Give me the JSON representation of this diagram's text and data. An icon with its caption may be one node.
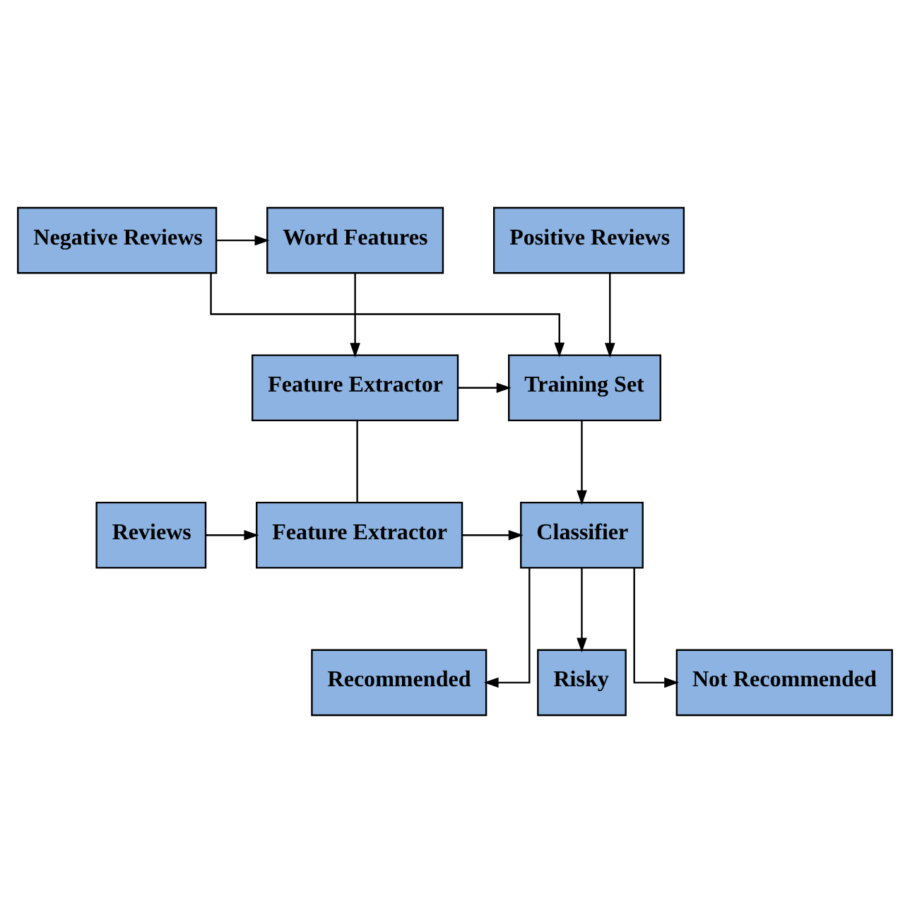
{
  "diagram": {
    "nodes": [
      {
        "text": [
          "Positive Reviews"
        ]
      },
      {
        "text": [
          "Negative Reviews"
        ]
      },
      {
        "text": [
          "Word Features"
        ]
      },
      {
        "text": [
          "Training Set"
        ]
      },
      {
        "text": [
          "Feature Extractor"
        ]
      },
      {
        "text": [
          "Classifier"
        ]
      },
      {
        "text": [
          "Feature Extractor"
        ]
      },
      {
        "text": [
          "Reviews"
        ]
      },
      {
        "text": [
          "Recommended"
        ]
      },
      {
        "text": [
          "Risky"
        ]
      },
      {
        "text": [
          "Not Recommended"
        ]
      }
    ],
    "edges": [
      {
        "from": 0,
        "to": 3,
        "arrow": "to"
      },
      {
        "from": 1,
        "to": 3,
        "arrow": "to"
      },
      {
        "from": 1,
        "to": 2,
        "arrow": "to"
      },
      {
        "from": 2,
        "to": 4,
        "arrow": "to"
      },
      {
        "from": 4,
        "to": 3,
        "arrow": "to"
      },
      {
        "from": 4,
        "to": 6,
        "arrow": "none"
      },
      {
        "from": 3,
        "to": 5,
        "arrow": "to"
      },
      {
        "from": 6,
        "to": 5,
        "arrow": "to"
      },
      {
        "from": 7,
        "to": 6,
        "arrow": "to"
      },
      {
        "from": 5,
        "to": 8,
        "arrow": "to"
      },
      {
        "from": 5,
        "to": 9,
        "arrow": "to"
      },
      {
        "from": 5,
        "to": 10,
        "arrow": "to"
      }
    ]
  }
}
